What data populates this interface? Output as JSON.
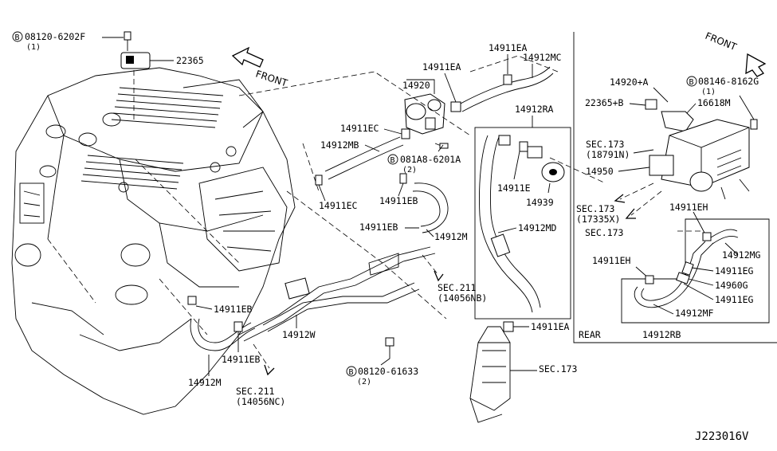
{
  "header": {
    "bolt_left": "08120-6202F",
    "bolt_left_qty": "(1)",
    "front_left": "FRONT",
    "front_right": "FRONT"
  },
  "circle_b": "B",
  "labels": {
    "p22365": "22365",
    "p14911EA_top": "14911EA",
    "p14912MC": "14912MC",
    "p14911EA_mid": "14911EA",
    "p14920": "14920",
    "p14912RA": "14912RA",
    "p14911EC_a": "14911EC",
    "p14912MB": "14912MB",
    "p081A8": "081A8-6201A",
    "p081A8_qty": "(2)",
    "p14911E": "14911E",
    "p14939": "14939",
    "p14911EC_b": "14911EC",
    "p14911EB_a": "14911EB",
    "p14911EB_b": "14911EB",
    "p14912M_a": "14912M",
    "p14912MD": "14912MD",
    "sec211_a": "SEC.211",
    "sec211_a_ref": "(14056NB)",
    "p14911EB_c": "14911EB",
    "p14912W": "14912W",
    "p14911EB_d": "14911EB",
    "p14912M_b": "14912M",
    "bolt_bottom": "08120-61633",
    "bolt_bottom_qty": "(2)",
    "sec211_b": "SEC.211",
    "sec211_b_ref": "(14056NC)",
    "p14911EA_low": "14911EA",
    "sec173_low": "SEC.173",
    "p14920A": "14920+A",
    "p22365B": "22365+B",
    "bolt_right": "08146-8162G",
    "bolt_right_qty": "(1)",
    "p16618M": "16618M",
    "sec173_a": "SEC.173",
    "sec173_a_ref": "(18791N)",
    "p14950": "14950",
    "sec173_b": "SEC.173",
    "sec173_b_ref": "(17335X)",
    "sec173_c": "SEC.173",
    "p14911EH_a": "14911EH",
    "p14912MG": "14912MG",
    "p14911EH_b": "14911EH",
    "p14911EG_a": "14911EG",
    "p14960G": "14960G",
    "p14911EG_b": "14911EG",
    "p14912MF": "14912MF",
    "rear": "REAR",
    "p14912RB": "14912RB",
    "diagram_id": "J223016V"
  }
}
